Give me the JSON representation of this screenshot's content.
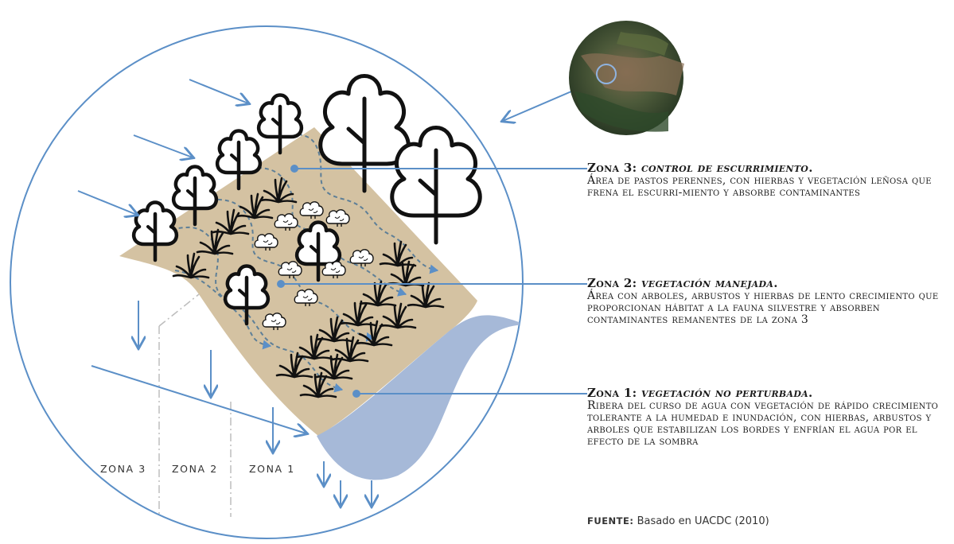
{
  "colors": {
    "circle_stroke": "#5b8fc7",
    "arrow": "#5b8fc7",
    "land": "#d4c2a2",
    "water": "#a6b9d8",
    "ink": "#111111"
  },
  "zone_labels": [
    "ZONA 3",
    "ZONA 2",
    "ZONA 1"
  ],
  "zones": [
    {
      "title": "Zona 3",
      "subtitle": "control de escurrimiento",
      "description": "Área de pastos perennes, con hierbas y vegetación leñosa que frena el escurri-miento y absorbe contaminantes"
    },
    {
      "title": "Zona 2",
      "subtitle": "vegetación manejada",
      "description": "Área con arboles, arbustos y hierbas de lento crecimiento que proporcionan hábitat a la fauna silvestre y absorben contaminantes remanentes de la zona 3"
    },
    {
      "title": "Zona 1",
      "subtitle": "vegetación no perturbada",
      "description": "Ribera del curso de agua con vegetación de rápido crecimiento tolerante a la humedad e inundación, con hierbas, arbustos y arboles que estabilizan los bordes y enfrían el agua por el efecto de la sombra"
    }
  ],
  "source": {
    "label": "FUENTE:",
    "text": "Basado en UACDC (2010)"
  },
  "icons": {
    "satellite": "satellite-photo-inset",
    "tree": "tree-icon",
    "grass": "grass-icon",
    "shrub": "shrub-icon"
  }
}
